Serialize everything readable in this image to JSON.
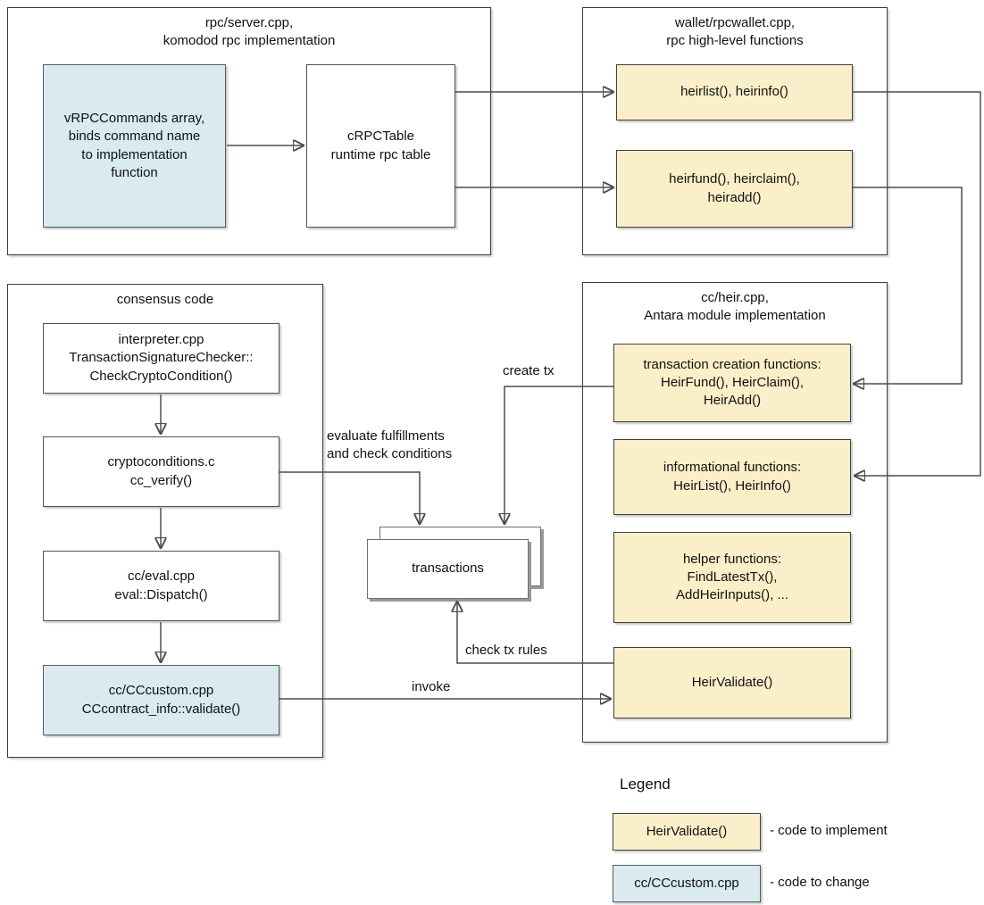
{
  "groups": {
    "rpc": {
      "title": "rpc/server.cpp,\nkomodod rpc implementation"
    },
    "wallet": {
      "title": "wallet/rpcwallet.cpp,\nrpc high-level functions"
    },
    "consensus": {
      "title": "consensus code"
    },
    "heir": {
      "title": "cc/heir.cpp,\nAntara module implementation"
    }
  },
  "nodes": {
    "vrpccommands": "vRPCCommands array,\nbinds command name\nto implementation\nfunction",
    "crpctable": "cRPCTable\nruntime rpc table",
    "heirlist": "heirlist(), heirinfo()",
    "heirfund": "heirfund(), heirclaim(),\nheiradd()",
    "interpreter": "interpreter.cpp\nTransactionSignatureChecker::\nCheckCryptoCondition()",
    "cryptoconditions": "cryptoconditions.c\ncc_verify()",
    "cceval": "cc/eval.cpp\neval::Dispatch()",
    "cccustom": "cc/CCcustom.cpp\nCCcontract_info::validate()",
    "txcreation": "transaction creation functions:\nHeirFund(), HeirClaim(),\nHeirAdd()",
    "informational": "informational functions:\nHeirList(), HeirInfo()",
    "helper": "helper functions:\nFindLatestTx(),\nAddHeirInputs(), ...",
    "heirvalidate": "HeirValidate()",
    "transactions": "transactions"
  },
  "edge_labels": {
    "create_tx": "create tx",
    "evaluate": "evaluate fulfillments\nand check conditions",
    "check_tx_rules": "check tx rules",
    "invoke": "invoke"
  },
  "legend": {
    "title": "Legend",
    "implement_box": "HeirValidate()",
    "implement_label": "- code to implement",
    "change_box": "cc/CCcustom.cpp",
    "change_label": "- code to change"
  },
  "colors": {
    "implement_fill": "#fbefc9",
    "change_fill": "#d9eaf1",
    "line": "#4d4d4d",
    "arrowhead": "#1a1a1a"
  }
}
